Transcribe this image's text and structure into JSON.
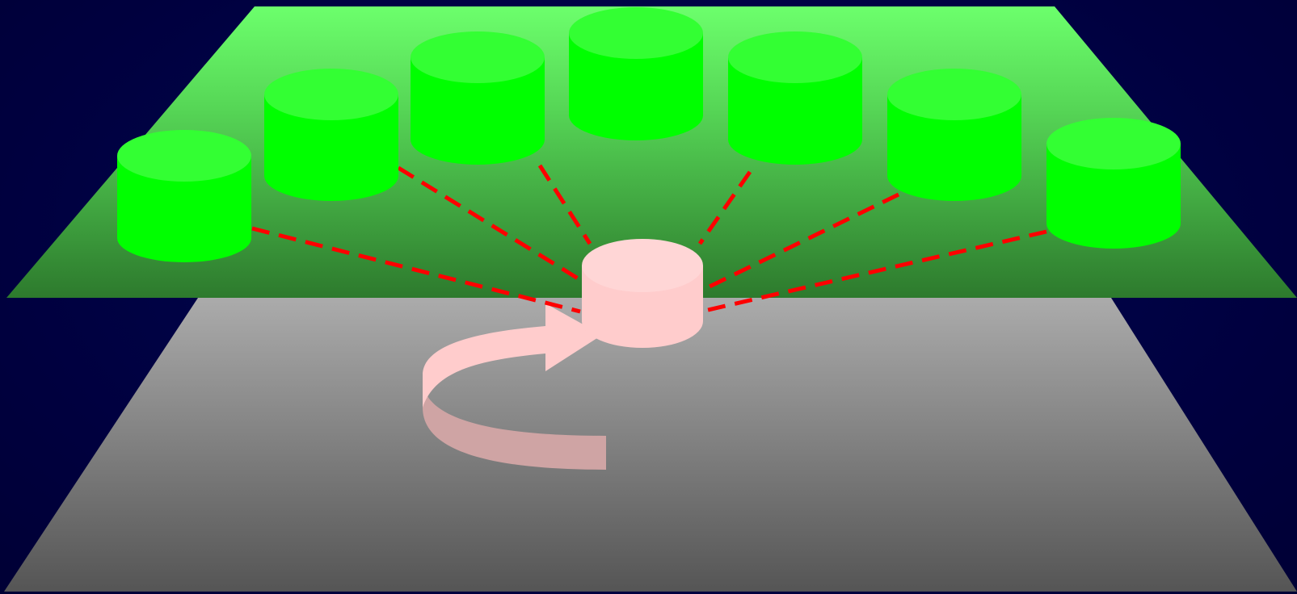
{
  "diagram": {
    "description_colors": {
      "background": "#00003a",
      "top_plane_light": "#6cff6c",
      "top_plane_dark": "#2d7a2d",
      "bottom_plane_light": "#ababab",
      "bottom_plane_dark": "#555555",
      "node_body": "#00ff00",
      "node_top": "#33ff33",
      "hub_body": "#ffcccc",
      "hub_top": "#ffd6d6",
      "link_color": "#ff0000",
      "arrow_color": "#ffcccc"
    },
    "layers": [
      {
        "name": "upper-layer",
        "node_count": 7
      },
      {
        "name": "lower-layer",
        "node_count": 0
      }
    ],
    "hub": {
      "shape": "cylinder"
    },
    "links": {
      "style": "dashed",
      "count": 7
    },
    "arrow": {
      "shape": "curved",
      "points_to": "hub"
    }
  }
}
